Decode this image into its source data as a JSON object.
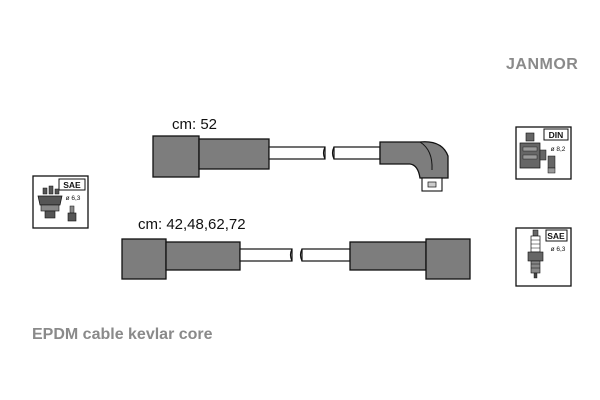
{
  "brand": "JANMOR",
  "cables": {
    "top_length_label": "cm: 52",
    "bottom_length_label": "cm: 42,48,62,72"
  },
  "footnote": "EPDM cable kevlar core",
  "connectors": {
    "left_distributor": {
      "standard": "SAE",
      "diameter": "ø 6,3",
      "icon": "distributor-cap-icon"
    },
    "right_top": {
      "standard": "DIN",
      "diameter": "ø 8,2",
      "icon": "ignition-coil-icon"
    },
    "right_bottom": {
      "standard": "SAE",
      "diameter": "ø 6,3",
      "icon": "spark-plug-icon"
    }
  },
  "colors": {
    "boot_fill": "#7d7d7d",
    "outline": "#111111",
    "label_gray": "#8a8a8a"
  }
}
